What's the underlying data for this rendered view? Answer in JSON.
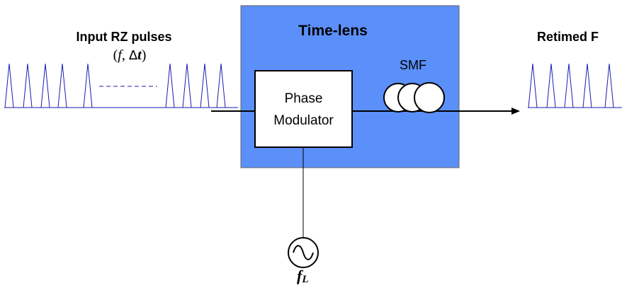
{
  "input": {
    "title": "Input RZ pulses",
    "params_open": "(",
    "param_f": "f",
    "param_sep": ", ",
    "param_delta": "Δ",
    "param_t": "t",
    "params_close": ")"
  },
  "timelens": {
    "title": "Time-lens",
    "fill_color": "#5b8ff9",
    "title_color": "#1f3fd6"
  },
  "modulator": {
    "line1": "Phase",
    "line2": "Modulator"
  },
  "fiber": {
    "label": "SMF"
  },
  "output": {
    "title": "Retimed F"
  },
  "source": {
    "label_main": "f",
    "label_sub": "L"
  },
  "pulse_color": "#1a1ab0"
}
